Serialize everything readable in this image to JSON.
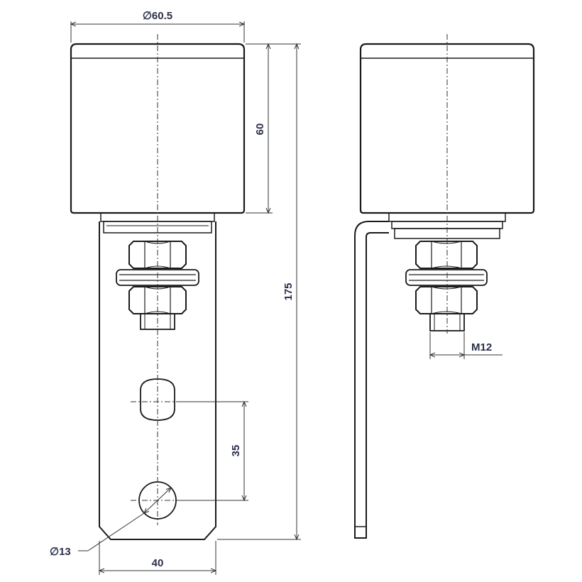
{
  "dimensions": {
    "cap_diameter": "∅60.5",
    "cap_height": "60",
    "total_height": "175",
    "hole_spacing": "35",
    "hole_diameter": "∅13",
    "plate_width": "40",
    "thread": "M12"
  },
  "colors": {
    "line": "#1a1a1a",
    "text": "#2b2f4a",
    "background": "#ffffff"
  }
}
